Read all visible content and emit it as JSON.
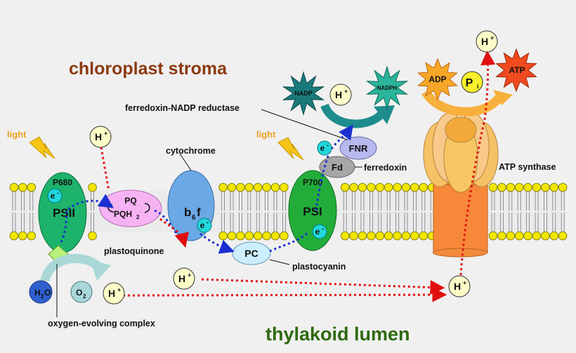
{
  "regions": {
    "stroma": "chloroplast stroma",
    "lumen": "thylakoid lumen"
  },
  "complexes": {
    "psii": {
      "label": "PSII",
      "sublabel": "P680"
    },
    "psi": {
      "label": "PSI",
      "sublabel": "P700"
    },
    "b6f": {
      "label": "b",
      "sub": "6",
      "suffix": "f"
    },
    "pq": {
      "label": "PQ",
      "pqh2_base": "PQH",
      "pqh2_sub": "2"
    },
    "pc": {
      "label": "PC"
    },
    "fd": {
      "label": "Fd"
    },
    "fnr": {
      "label": "FNR"
    }
  },
  "labels": {
    "light_left": "light",
    "light_right": "light",
    "cytochrome": "cytochrome",
    "plastoquinone": "plastoquinone",
    "plastocyanin": "plastocyanin",
    "ferredoxin": "ferredoxin",
    "fnr_full": "ferredoxin-NADP reductase",
    "atp_synthase": "ATP synthase",
    "oec": "oxygen-evolving complex"
  },
  "molecules": {
    "h_plus": "H",
    "plus": "+",
    "electron": "e",
    "minus": "-",
    "h2o_h": "H",
    "h2o_2": "2",
    "h2o_o": "O",
    "o2_o": "O",
    "o2_2": "2",
    "nadp": "NADP",
    "nadph": "NADPH",
    "adp": "ADP",
    "atp": "ATP",
    "pi_p": "P",
    "pi_i": "i"
  },
  "colors": {
    "background": "#f0f0f0",
    "region_stroma": "#8b3a0f",
    "region_lumen": "#2f6a10",
    "psii_fill": "#1db36b",
    "psi_fill": "#22ad3a",
    "b6f_fill": "#6aa9e6",
    "pq_fill": "#f6b3f4",
    "pc_fill": "#cdeefc",
    "fnr_fill": "#b7b8ee",
    "fd_fill": "#a6a6a6",
    "h_fill": "#fdfdc8",
    "electron_fill": "#22d7dd",
    "h2o_fill": "#2f5fcf",
    "o2_fill": "#a9d7d9",
    "atp_synthase_stalk": "#f7883a",
    "atp_synthase_head": "#f8c364",
    "light": "#f5c518",
    "nadp": "#1a7a7a",
    "adp": "#f7a727",
    "atp": "#f04a1e",
    "lipid_head": "#f3e600"
  }
}
